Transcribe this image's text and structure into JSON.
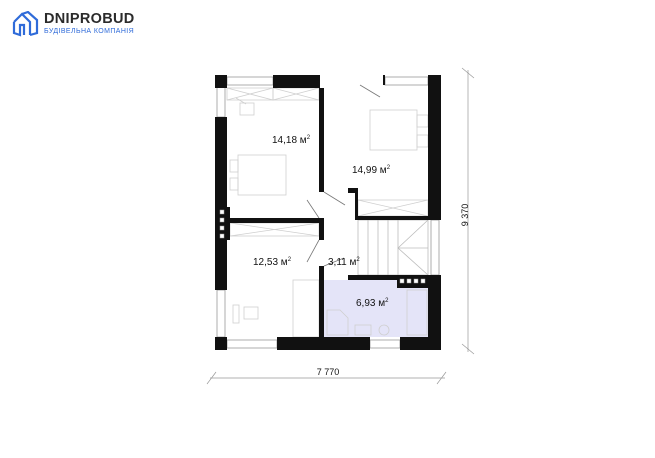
{
  "logo": {
    "name": "DNIPROBUD",
    "tagline": "БУДІВЕЛЬНА КОМПАНІЯ"
  },
  "rooms": [
    {
      "area": "14,18 м",
      "sup": "2"
    },
    {
      "area": "14,99 м",
      "sup": "2"
    },
    {
      "area": "12,53 м",
      "sup": "2"
    },
    {
      "area": "3,11 м",
      "sup": "2"
    },
    {
      "area": "6,93 м",
      "sup": "2"
    }
  ],
  "dimensions": {
    "height": "9 370",
    "width": "7 770"
  },
  "colors": {
    "wall": "#111111",
    "bathroom": "#e4e4f8",
    "brand": "#2f6bd9"
  }
}
